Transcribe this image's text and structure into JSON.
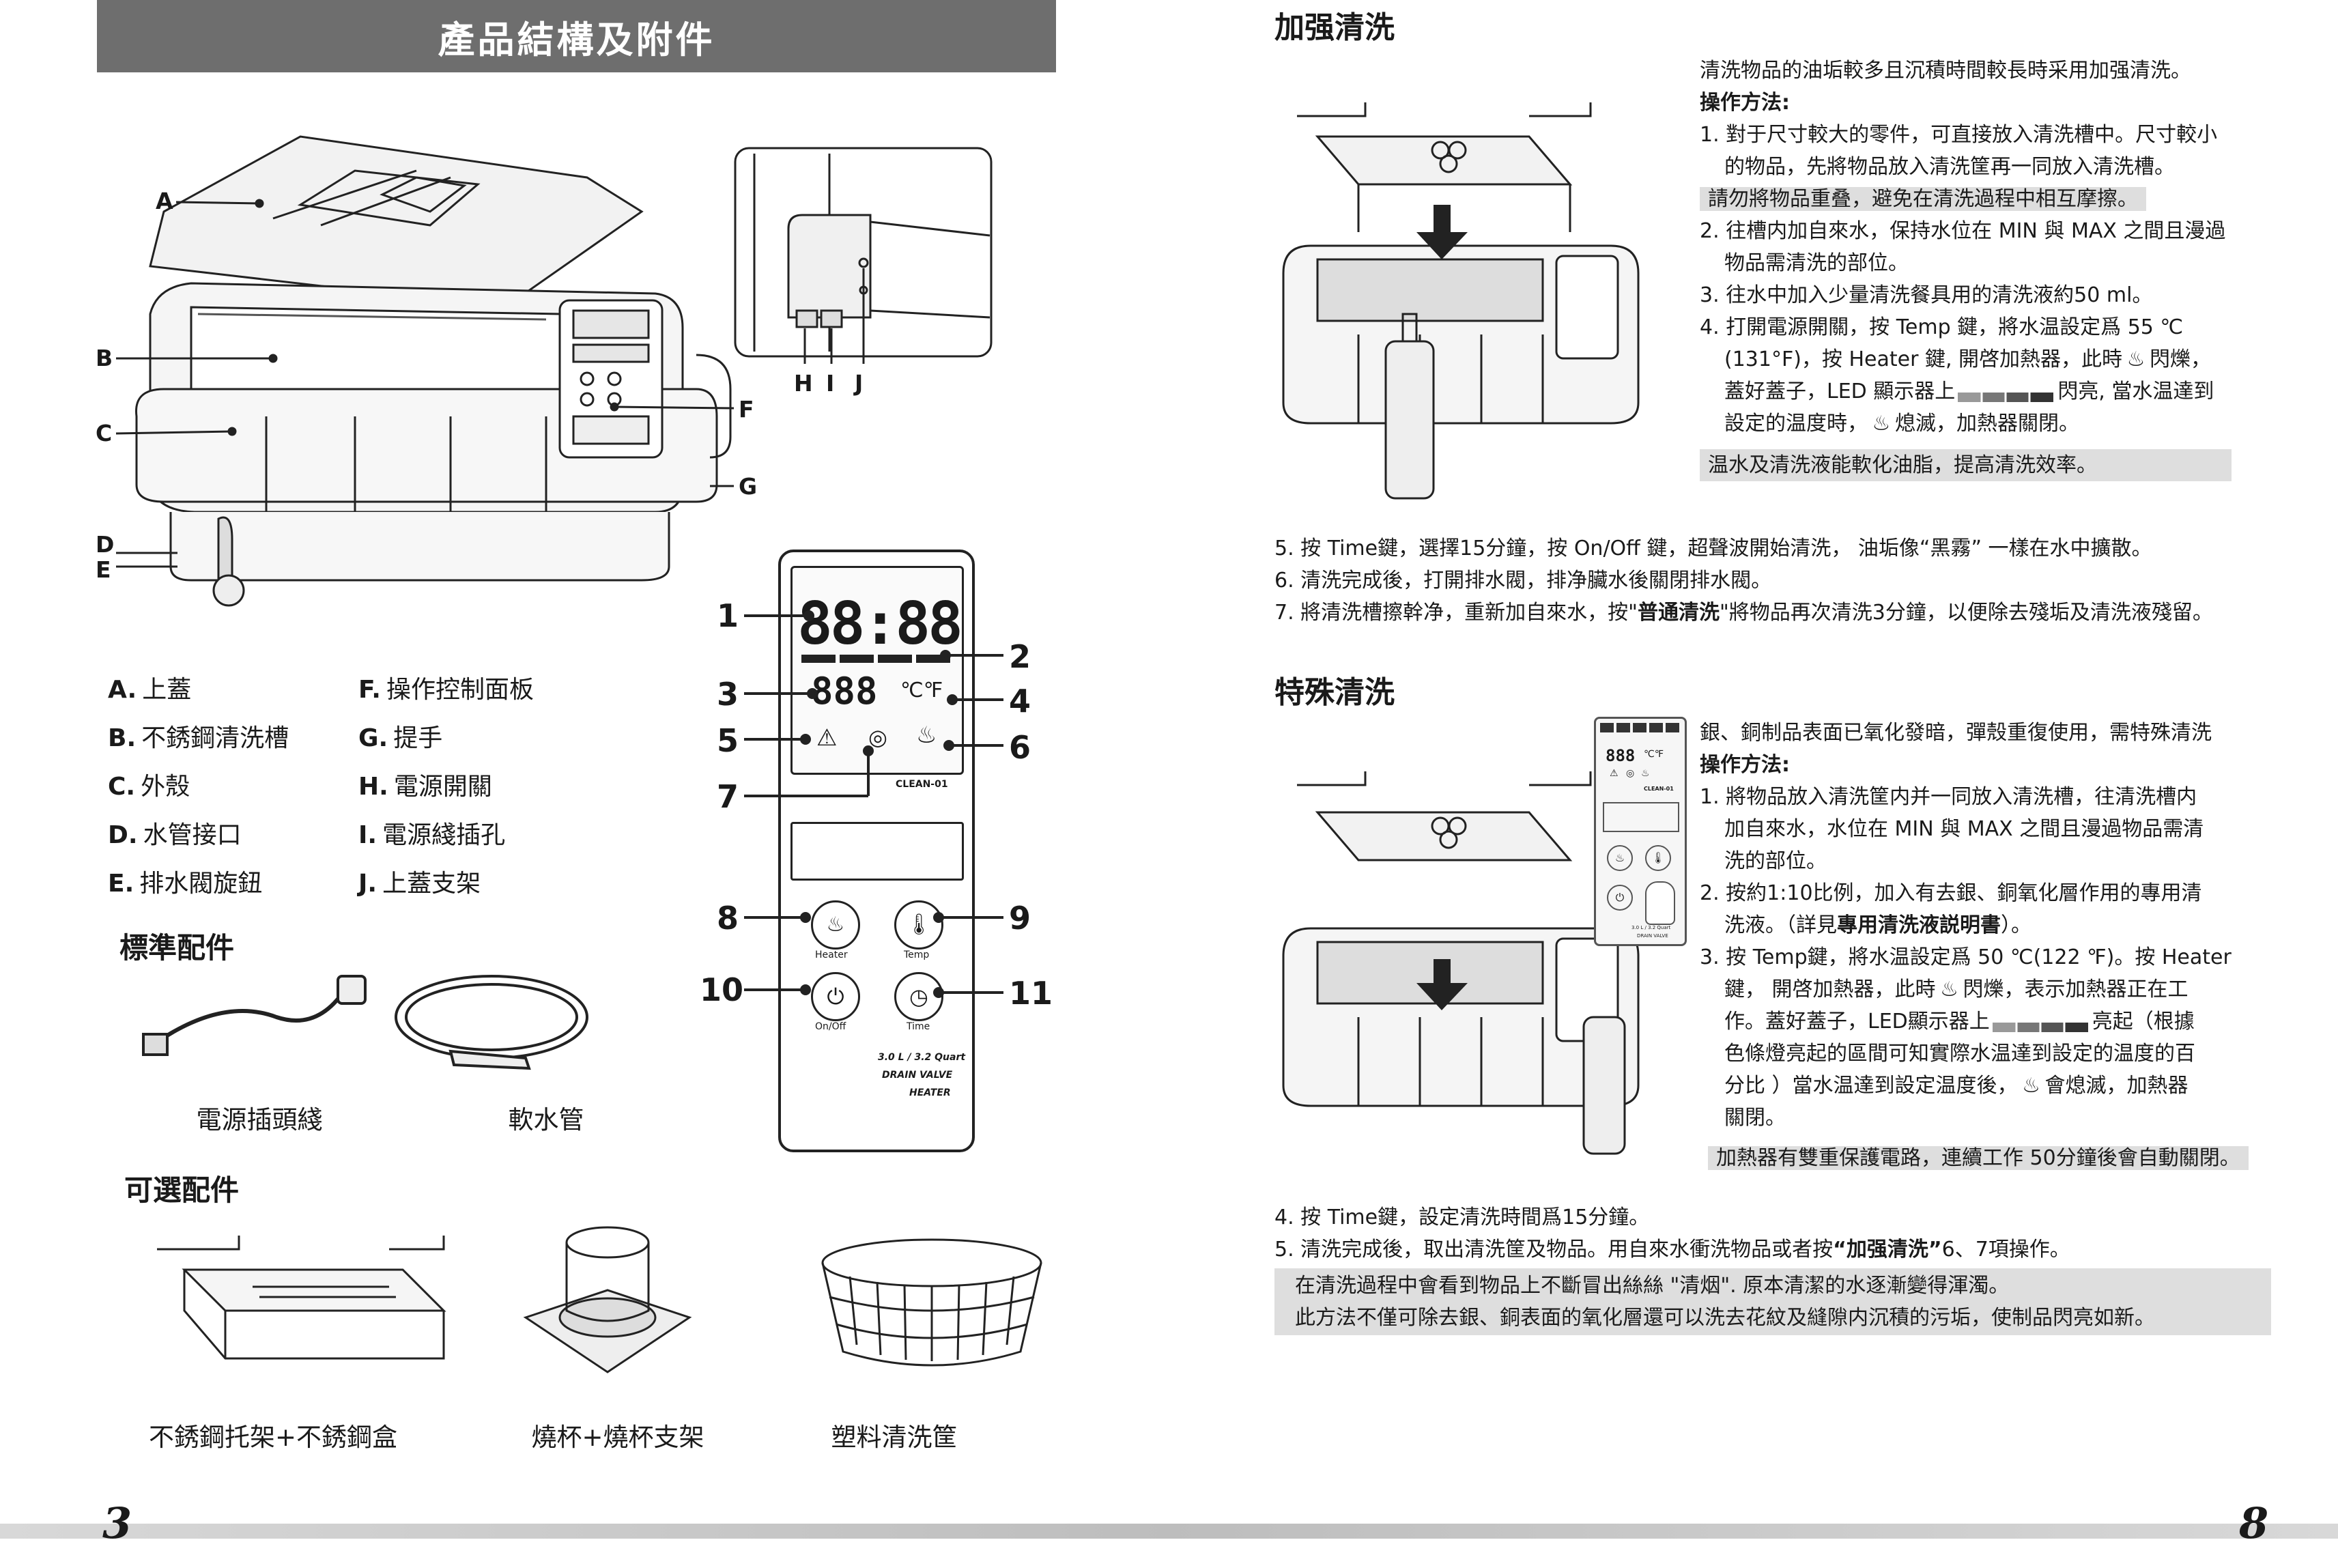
{
  "left": {
    "banner": "產品結構及附件",
    "part_letters": [
      "A",
      "B",
      "C",
      "D",
      "E",
      "F",
      "G",
      "H",
      "I",
      "J"
    ],
    "legend_col1": [
      {
        "k": "A.",
        "v": "上蓋"
      },
      {
        "k": "B.",
        "v": "不銹鋼清洗槽"
      },
      {
        "k": "C.",
        "v": "外殼"
      },
      {
        "k": "D.",
        "v": "水管接口"
      },
      {
        "k": "E.",
        "v": "排水閥旋鈕"
      }
    ],
    "legend_col2": [
      {
        "k": "F.",
        "v": "操作控制面板"
      },
      {
        "k": "G.",
        "v": "提手"
      },
      {
        "k": "H.",
        "v": "電源開關"
      },
      {
        "k": "I.",
        "v": "電源綫插孔"
      },
      {
        "k": "J.",
        "v": "上蓋支架"
      }
    ],
    "std_title": "標準配件",
    "std_items": [
      "電源插頭綫",
      "軟水管"
    ],
    "opt_title": "可選配件",
    "opt_items": [
      "不銹鋼托架+不銹鋼盒",
      "燒杯+燒杯支架",
      "塑料清洗筐"
    ],
    "page_number": "3"
  },
  "panel": {
    "display_main": "88:88",
    "display_temp": "888",
    "unit": "℃℉",
    "model": "CLEAN-01",
    "btn_heater": "Heater",
    "btn_temp": "Temp",
    "btn_onoff": "On/Off",
    "btn_time": "Time",
    "capacity": "3.0 L / 3.2 Quart",
    "drain": "DRAIN VALVE",
    "heater": "HEATER",
    "callouts": [
      "1",
      "2",
      "3",
      "4",
      "5",
      "6",
      "7",
      "8",
      "9",
      "10",
      "11"
    ]
  },
  "right": {
    "s1_title": "加强清洗",
    "s1_intro": "清洗物品的油垢較多且沉積時間較長時采用加强清洗。",
    "s1_op": "操作方法:",
    "s1_l1": "1. 對于尺寸較大的零件，可直接放入清洗槽中。尺寸較小",
    "s1_l2": "的物品，先將物品放入清洗筐再一同放入清洗槽。",
    "s1_note1": "請勿將物品重叠，避免在清洗過程中相互摩擦。",
    "s1_l3": "2. 往槽内加自來水，保持水位在 MIN 與 MAX 之間且漫過",
    "s1_l4": "物品需清洗的部位。",
    "s1_l5": "3. 往水中加入少量清洗餐具用的清洗液約50 ml。",
    "s1_l6": "4. 打開電源開關，按 Temp 鍵，將水温設定爲 55 ℃",
    "s1_l7a": "(131°F)，按 Heater 鍵, 開啓加熱器，此時",
    "s1_l7b": "閃爍，",
    "s1_l8a": "蓋好蓋子，LED 顯示器上",
    "s1_l8b": "閃亮, 當水温達到",
    "s1_l9a": "設定的温度時，",
    "s1_l9b": "熄滅，加熱器關閉。",
    "s1_note2": "温水及清洗液能軟化油脂，提高清洗效率。",
    "s1_l10": "5. 按 Time鍵，選擇15分鐘，按 On/Off 鍵，超聲波開始清洗， 油垢像“黑霧” 一樣在水中擴散。",
    "s1_l11": "6. 清洗完成後，打開排水閥，排净臟水後關閉排水閥。",
    "s1_l12a": "7. 將清洗槽擦幹净，重新加自來水，按\"",
    "s1_l12b": "普通清洗",
    "s1_l12c": "\"將物品再次清洗3分鐘，以便除去殘垢及清洗液殘留。",
    "s2_title": "特殊清洗",
    "s2_intro": "銀、銅制品表面已氧化發暗，彈殼重復使用，需特殊清洗",
    "s2_op": "操作方法:",
    "s2_l1": "1. 將物品放入清洗筐内并一同放入清洗槽，往清洗槽内",
    "s2_l2": "加自來水，水位在 MIN 與 MAX 之間且漫過物品需清",
    "s2_l3": "洗的部位。",
    "s2_l4": "2. 按約1:10比例，加入有去銀、銅氧化層作用的專用清",
    "s2_l5a": "洗液。（詳見",
    "s2_l5b": "專用清洗液説明書",
    "s2_l5c": "）。",
    "s2_l6": "3. 按 Temp鍵，將水温設定爲 50 ℃(122 ℉)。按 Heater",
    "s2_l7a": "鍵， 開啓加熱器，此時",
    "s2_l7b": "閃爍，表示加熱器正在工",
    "s2_l8a": "作。蓋好蓋子，LED顯示器上",
    "s2_l8b": "亮起（根據",
    "s2_l9": "色條燈亮起的區間可知實際水温達到設定的温度的百",
    "s2_l10a": "分比 ）當水温達到設定温度後，",
    "s2_l10b": "會熄滅，加熱器",
    "s2_l11": "關閉。",
    "s2_note1": "加熱器有雙重保護電路，連續工作 50分鐘後會自動關閉。",
    "s2_l12": "4. 按 Time鍵，設定清洗時間爲15分鐘。",
    "s2_l13a": "5. 清洗完成後，取出清洗筐及物品。用自來水衝洗物品或者按",
    "s2_l13b": "“加强清洗”",
    "s2_l13c": "6、7項操作。",
    "s2_note2": "在清洗過程中會看到物品上不斷冒出絲絲 \"清烟\". 原本清潔的水逐漸變得渾濁。",
    "s2_note3": "此方法不僅可除去銀、銅表面的氧化層還可以洗去花紋及縫隙内沉積的污垢，使制品閃亮如新。",
    "mini_display": "888",
    "mini_unit": "℃℉",
    "mini_model": "CLEAN-01",
    "mini_capacity": "3.0 L / 3.2 Quart",
    "mini_drain": "DRAIN VALVE",
    "heat_icon": "wavy-heat-icon",
    "page_number": "8"
  }
}
